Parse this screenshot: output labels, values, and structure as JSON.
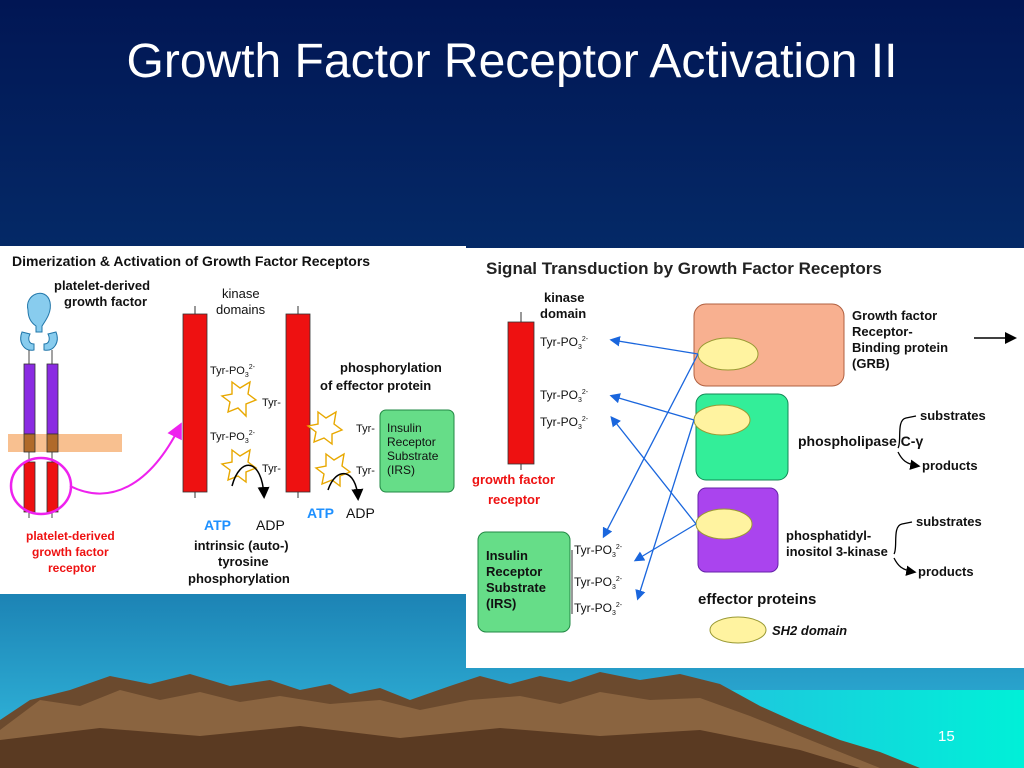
{
  "slide": {
    "title": "Growth Factor Receptor Activation II",
    "page_number": "15"
  },
  "left_panel": {
    "title": "Dimerization & Activation of Growth Factor Receptors",
    "ligand_label_1": "platelet-derived",
    "ligand_label_2": "growth factor",
    "kinase_label_1": "kinase",
    "kinase_label_2": "domains",
    "tyr_po3": "Tyr-PO",
    "tyr": "Tyr-",
    "phos_label_1": "phosphorylation",
    "phos_label_2": "of effector protein",
    "irs_1": "Insulin",
    "irs_2": "Receptor",
    "irs_3": "Substrate",
    "irs_4": "(IRS)",
    "atp": "ATP",
    "adp": "ADP",
    "auto_1": "intrinsic (auto-)",
    "auto_2": "tyrosine",
    "auto_3": "phosphorylation",
    "receptor_1": "platelet-derived",
    "receptor_2": "growth factor",
    "receptor_3": "receptor"
  },
  "right_panel": {
    "title": "Signal Transduction by Growth Factor Receptors",
    "kinase_1": "kinase",
    "kinase_2": "domain",
    "tyr_po3": "Tyr-PO",
    "gfr_1": "growth factor",
    "gfr_2": "receptor",
    "irs_1": "Insulin",
    "irs_2": "Receptor",
    "irs_3": "Substrate",
    "irs_4": "(IRS)",
    "grb_1": "Growth factor",
    "grb_2": "Receptor-",
    "grb_3": "Binding protein",
    "grb_4": "(GRB)",
    "plc": "phospholipase C-γ",
    "substrates": "substrates",
    "products": "products",
    "pi3k_1": "phosphatidyl-",
    "pi3k_2": "inositol 3-kinase",
    "effector": "effector proteins",
    "sh2": "SH2 domain"
  },
  "colors": {
    "background_top": "#011a55",
    "background_bottom": "#2db4de",
    "sea": "#10e0dc",
    "receptor_red": "#ee1111",
    "purple": "#8a2be2",
    "irs_green": "#66dd88",
    "grb_salmon": "#f8b090",
    "plc_green": "#33ee99",
    "pi3k_purple": "#aa44ee",
    "sh2_yellow": "#fff3a0",
    "arrow_blue": "#1a66dd",
    "magenta": "#ee22ee"
  }
}
